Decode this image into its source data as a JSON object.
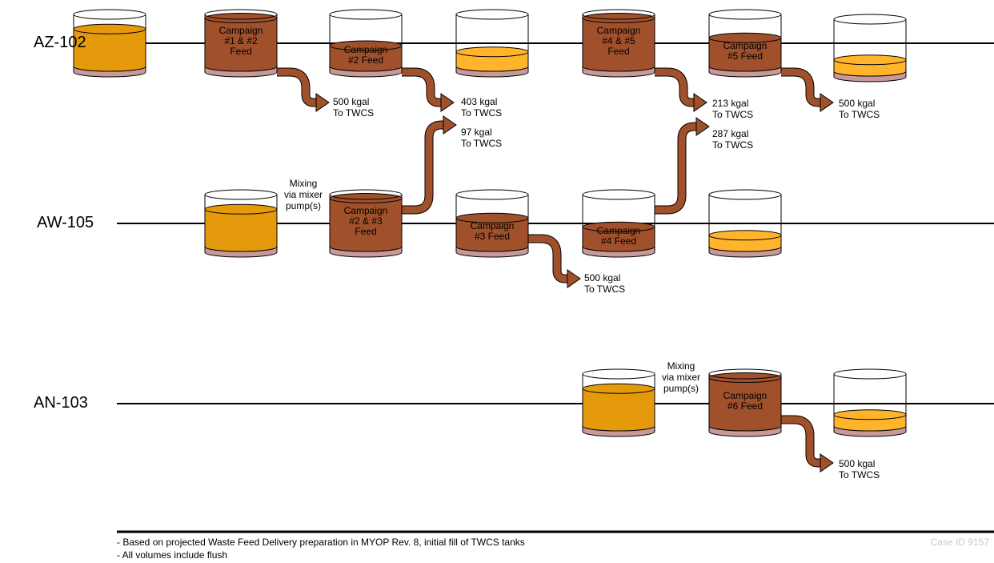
{
  "rows": [
    {
      "label": "AZ-102"
    },
    {
      "label": "AW-105"
    },
    {
      "label": "AN-103"
    }
  ],
  "tanks": [
    {
      "id": "az1",
      "fill": 0.72,
      "liquid": "orange",
      "label_lines": []
    },
    {
      "id": "az2",
      "fill": 0.93,
      "liquid": "brown",
      "label_lines": [
        "Campaign",
        "#1 & #2",
        "Feed"
      ]
    },
    {
      "id": "az3",
      "fill": 0.4,
      "liquid": "brown",
      "label_lines": [
        "Campaign",
        "#2 Feed"
      ]
    },
    {
      "id": "az4",
      "fill": 0.28,
      "liquid": "gold",
      "label_lines": []
    },
    {
      "id": "az5",
      "fill": 0.93,
      "liquid": "brown",
      "label_lines": [
        "Campaign",
        "#4 & #5",
        "Feed"
      ]
    },
    {
      "id": "az6",
      "fill": 0.55,
      "liquid": "brown",
      "label_lines": [
        "Campaign",
        "#5 Feed"
      ]
    },
    {
      "id": "az7",
      "fill": 0.22,
      "liquid": "gold",
      "label_lines": []
    },
    {
      "id": "aw1",
      "fill": 0.72,
      "liquid": "orange",
      "label_lines": []
    },
    {
      "id": "aw2",
      "fill": 0.93,
      "liquid": "brown",
      "label_lines": [
        "Campaign",
        "#2 & #3",
        "Feed"
      ]
    },
    {
      "id": "aw3",
      "fill": 0.55,
      "liquid": "brown",
      "label_lines": [
        "Campaign",
        "#3 Feed"
      ]
    },
    {
      "id": "aw4",
      "fill": 0.38,
      "liquid": "brown",
      "label_lines": [
        "Campaign",
        "#4 Feed"
      ]
    },
    {
      "id": "aw5",
      "fill": 0.22,
      "liquid": "gold",
      "label_lines": []
    },
    {
      "id": "an1",
      "fill": 0.72,
      "liquid": "orange",
      "label_lines": []
    },
    {
      "id": "an2",
      "fill": 0.93,
      "liquid": "brown",
      "label_lines": [
        "Campaign",
        "#6 Feed"
      ]
    },
    {
      "id": "an3",
      "fill": 0.22,
      "liquid": "gold",
      "label_lines": []
    }
  ],
  "flows": [
    {
      "id": "f1",
      "lines": [
        "500 kgal",
        "To TWCS"
      ]
    },
    {
      "id": "f2",
      "lines": [
        "403 kgal",
        "To TWCS"
      ]
    },
    {
      "id": "f3",
      "lines": [
        "97 kgal",
        "To TWCS"
      ]
    },
    {
      "id": "f4",
      "lines": [
        "213 kgal",
        "To TWCS"
      ]
    },
    {
      "id": "f5",
      "lines": [
        "287 kgal",
        "To TWCS"
      ]
    },
    {
      "id": "f6",
      "lines": [
        "500 kgal",
        "To TWCS"
      ]
    },
    {
      "id": "f7",
      "lines": [
        "500 kgal",
        "To TWCS"
      ]
    },
    {
      "id": "f8",
      "lines": [
        "500 kgal",
        "To TWCS"
      ]
    }
  ],
  "mixing": [
    {
      "id": "mix-aw",
      "lines": [
        "Mixing",
        "via mixer",
        "pump(s)"
      ]
    },
    {
      "id": "mix-an",
      "lines": [
        "Mixing",
        "via mixer",
        "pump(s)"
      ]
    }
  ],
  "footnotes": [
    "- Based on projected Waste Feed Delivery preparation in MYOP Rev. 8, initial fill of TWCS tanks",
    "- All volumes include flush"
  ],
  "case_id": "Case ID 9157",
  "colors": {
    "orange": "#e59a0b",
    "brown": "#a0502a",
    "gold": "#ffb42c",
    "sludge": "#c79a9a",
    "line": "#000000"
  }
}
